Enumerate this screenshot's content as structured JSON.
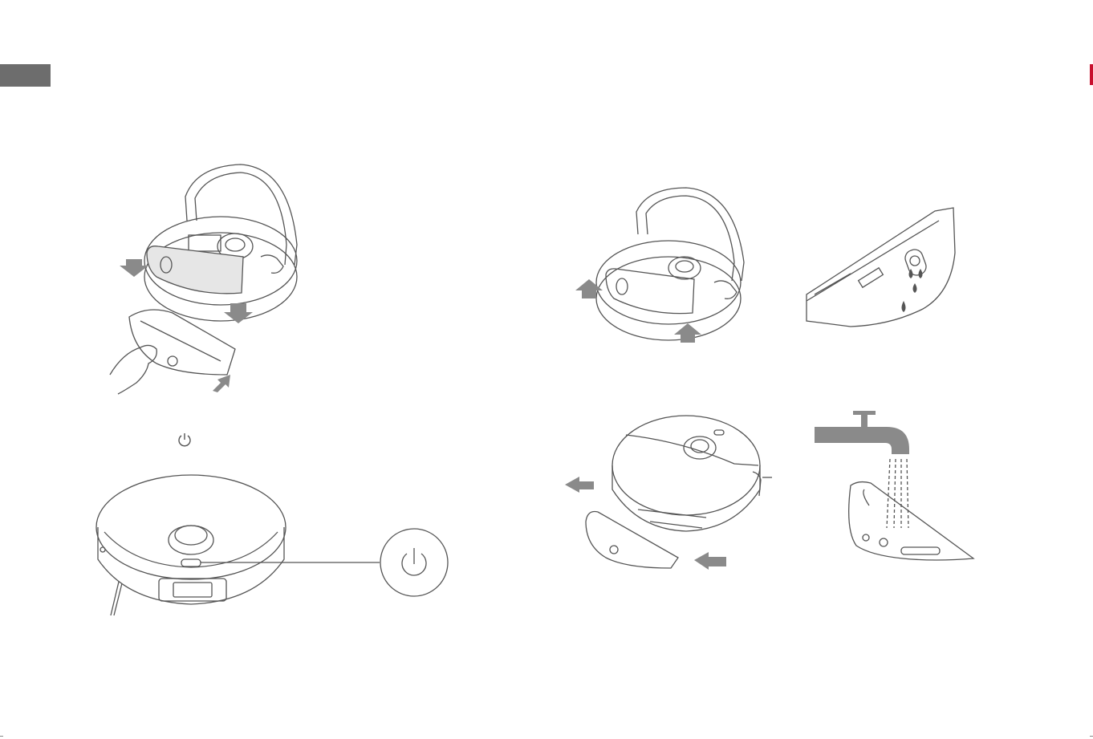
{
  "colors": {
    "tab_left": "#6d6d6d",
    "tab_right": "#c8102e",
    "line_art": "#555555",
    "arrow_fill": "#8a8a8a",
    "tank_fill": "#e6e6e6",
    "water": "#555555"
  },
  "icons": {
    "power_inline": "power-icon",
    "power_callout": "power-icon"
  },
  "steps": [
    {
      "name": "install-mop-and-water-tank",
      "arrows": [
        "push-down",
        "push-down",
        "push-in"
      ]
    },
    {
      "name": "press-power-button",
      "icon": "power-icon"
    },
    {
      "name": "remove-water-tank",
      "arrows": [
        "pull-up",
        "pull-up"
      ]
    },
    {
      "name": "empty-water-tank",
      "icon": "water-drop-icon"
    },
    {
      "name": "detach-mop",
      "arrows": [
        "pull-out",
        "pull-out"
      ]
    },
    {
      "name": "rinse-mop",
      "icon": "faucet-icon"
    }
  ]
}
